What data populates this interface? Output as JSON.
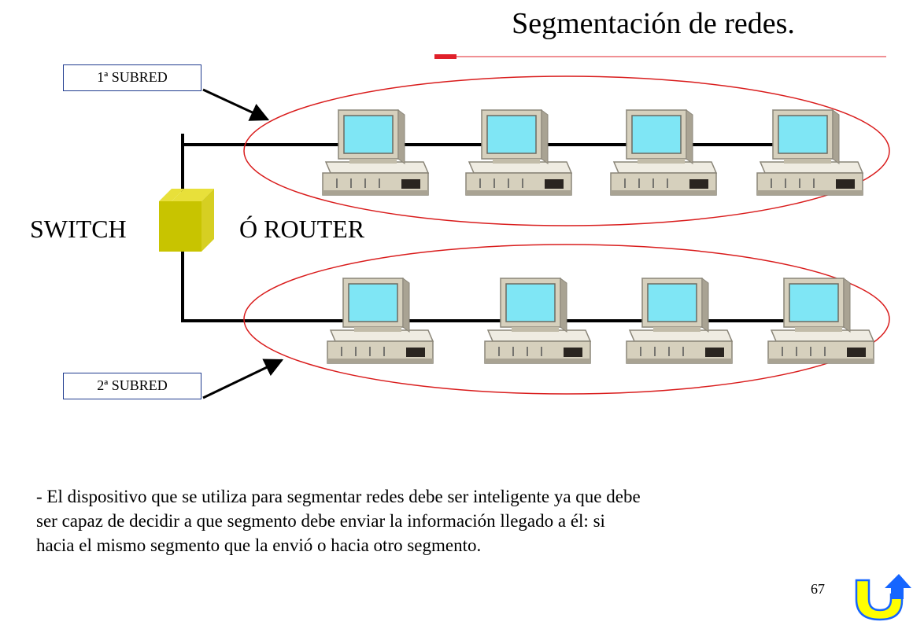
{
  "slide": {
    "title": "Segmentación de redes.",
    "subnet_1_label": "1ª SUBRED",
    "subnet_2_label": "2ª SUBRED",
    "switch_label": "SWITCH",
    "router_label": "Ó ROUTER",
    "body_text": "- El dispositivo que se utiliza para segmentar redes debe ser inteligente ya que debe\nser capaz de decidir a que segmento debe enviar la información llegado a él: si\nhacia el mismo segmento que la envió o hacia otro segmento.",
    "page_number": "67"
  },
  "diagram": {
    "subnet_1_computers": 4,
    "subnet_2_computers": 4
  },
  "colors": {
    "accent_red": "#e0202a",
    "ellipse_red": "#d91c1c",
    "switch_yellow": "#c8c400",
    "switch_side": "#e8e03a",
    "screen_cyan": "#7fe6f5",
    "monitor_beige": "#d6d0bd",
    "nav_arrow_yellow": "#ffff00",
    "nav_arrow_blue": "#1565ff"
  },
  "icons": {
    "computer": "computer-icon",
    "switch": "switch-icon",
    "nav": "return-arrow-icon"
  }
}
